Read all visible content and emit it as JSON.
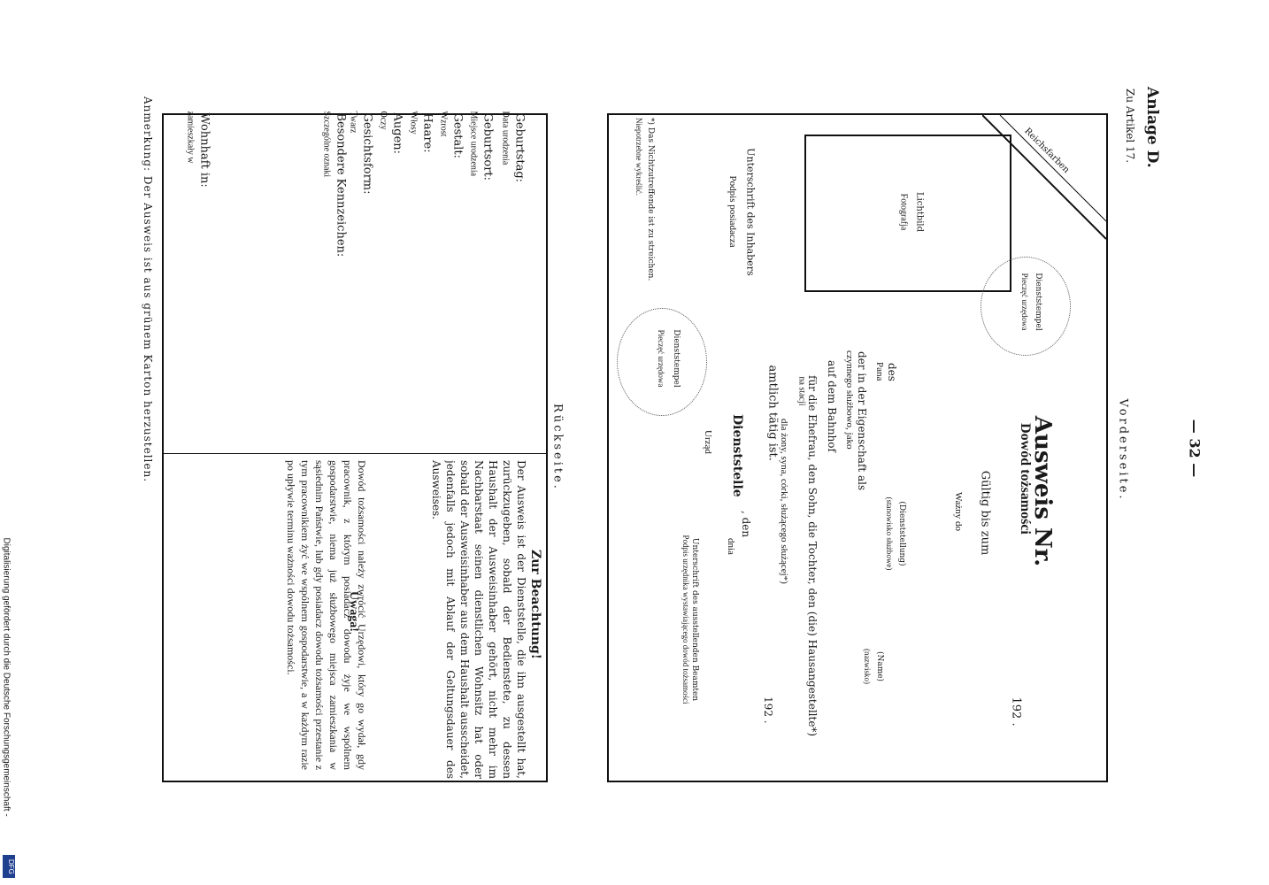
{
  "header": {
    "page_number": "— 32 —",
    "anlage": "Anlage D.",
    "zu_artikel": "Zu Artikel 17.",
    "vorderseite": "Vorderseite.",
    "rueckseite": "Rückseite."
  },
  "front": {
    "reichsfarben": "Reichsfarben",
    "photo_de": "Lichtbild",
    "photo_pl": "Fotografja",
    "stamp1_de": "Dienststempel",
    "stamp1_pl": "Pieczęć urzędowa",
    "stamp2_de": "Dienststempel",
    "stamp2_pl": "Pieczęć urzędowa",
    "signature_de": "Unterschrift des Inhabers",
    "signature_pl": "Podpis posiadacza",
    "footnote_de": "*) Das Nichtzutreffende ist zu streichen.",
    "footnote_pl": "Niepotrzebne wykreślić.",
    "title_de": "Ausweis Nr.",
    "title_pl": "Dowód tożsamości",
    "valid_de": "Gültig bis zum",
    "valid_year": "192 .",
    "valid_pl": "Ważny do",
    "for_de": "für die Ehefrau, den Sohn, die Tochter, den (die) Hausangestellte*)",
    "for_pl": "dla   żony,   syna,   córki,   służącego służącej*)",
    "des_de": "des",
    "des_pl": "Pana",
    "dienst_de": "(Dienststellung)",
    "dienst_pl": "(stanowisko służbowe)",
    "name_de": "(Name)",
    "name_pl": "(nazwisko)",
    "eigen_de": "der in der Eigenschaft als",
    "eigen_pl": "czynnego służbowo, jako",
    "bahnhof_de": "auf dem Bahnhof",
    "bahnhof_pl": "na stacji",
    "taetig_de": "amtlich tätig ist.",
    "den_de": ", den",
    "den_pl": "dnia",
    "den_year": "192 .",
    "office_de": "Dienststelle",
    "office_pl": "Urząd",
    "official_sig_de": "Unterschrift des ausstellenden Beamten",
    "official_sig_pl": "Podpis urzędnika wystawiającego dowód tożsamości"
  },
  "back": {
    "fields": [
      {
        "de": "Geburtstag:",
        "pl": "Data urodzenia"
      },
      {
        "de": "Geburtsort:",
        "pl": "Miejsce urodzenia"
      },
      {
        "de": "Gestalt:",
        "pl": "Wzrost"
      },
      {
        "de": "Haare:",
        "pl": "Włosy"
      },
      {
        "de": "Augen:",
        "pl": "Oczy"
      },
      {
        "de": "Gesichtsform:",
        "pl": "Twarz"
      },
      {
        "de": "Besondere Kennzeichen:",
        "pl": "Szczególne oznaki"
      },
      {
        "de": "Wohnhaft in:",
        "pl": "zamieszkały w"
      }
    ],
    "notice_title_de": "Zur Beachtung!",
    "notice_de": "Der Ausweis ist der Dienststelle, die ihn ausgestellt hat, zurückzugeben, sobald der Bedienstete, zu dessen Haushalt der Ausweisinhaber gehört, nicht mehr im Nachbarstaat seinen dienstlichen Wohnsitz hat oder sobald der Ausweisinhaber aus dem Haushalt ausscheidet, jedenfalls jedoch mit Ablauf der Geltungsdauer des Ausweises.",
    "notice_title_pl": "Uwaga!",
    "notice_pl": "Dowód tożsamości należy zwrócić Urzędowi, który go wydał, gdy pracownik, z którym posiadacz dowodu żyje we wspólnem gospodarstwie, niema już służbowego miejsca zamieszkania w sąsiednim Państwie, lub gdy posiadacz dowodu tożsamości przestanie z tym pracownikiem żyć we wspólnem gospodarstwie, a w każdym razie po upływie terminu ważności dowodu tożsamości.",
    "anmerkung": "Anmerkung: Der Ausweis ist aus grünem Karton herzustellen."
  },
  "footer": {
    "credit": "Digitalisierung gefördert durch die Deutsche Forschungsgemeinschaft -",
    "logo_text": "DFG"
  }
}
